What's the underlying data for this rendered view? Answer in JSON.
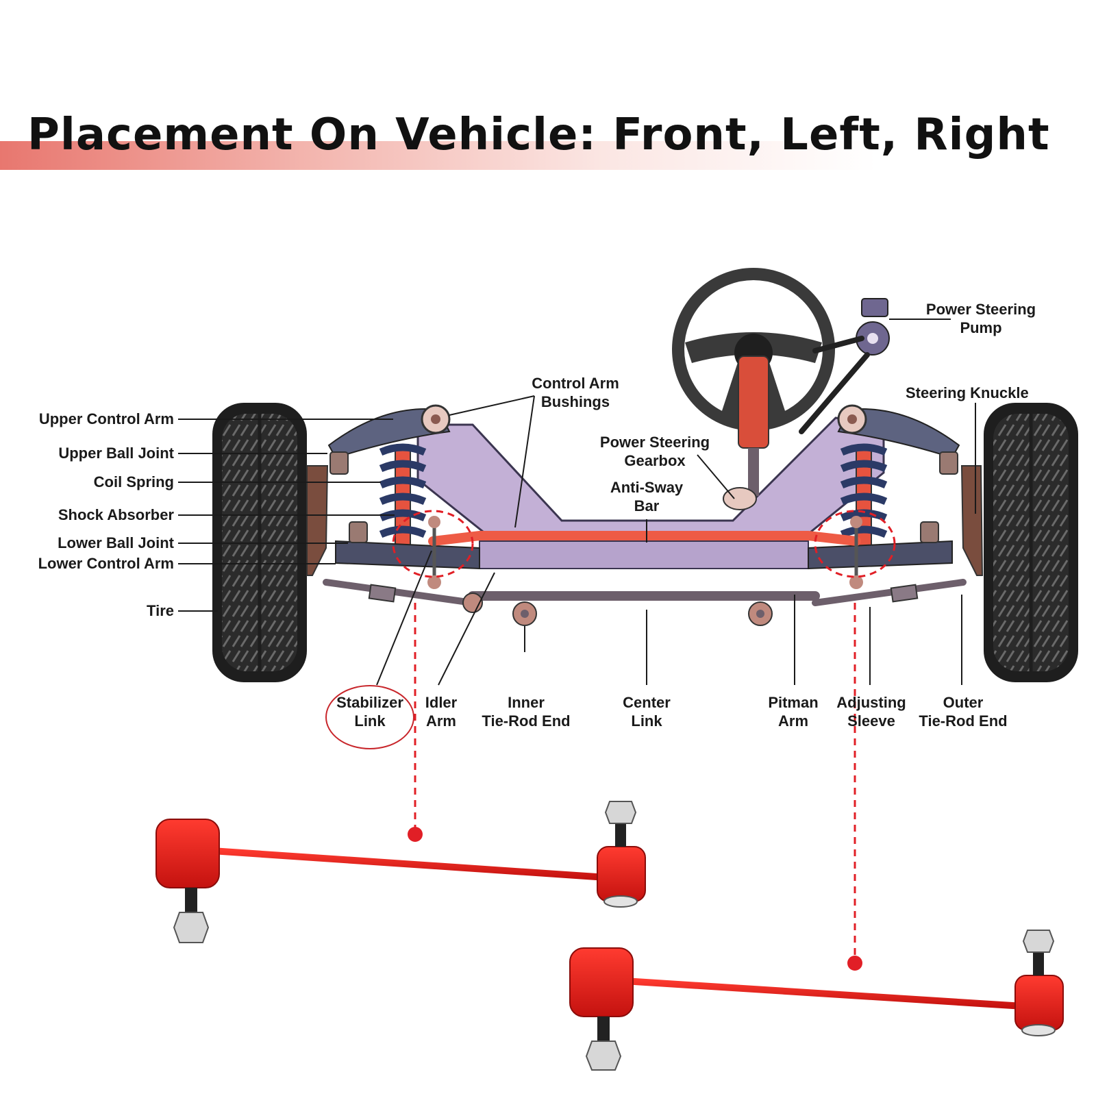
{
  "title": "Placement On Vehicle: Front, Left, Right",
  "colors": {
    "accent_red": "#e11f26",
    "frame": "#c3b0d6",
    "anti_sway": "#ee5b45",
    "spring": "#2b3a66"
  },
  "labels": {
    "upper_control_arm": "Upper Control Arm",
    "upper_ball_joint": "Upper Ball Joint",
    "coil_spring": "Coil Spring",
    "shock_absorber": "Shock Absorber",
    "lower_ball_joint": "Lower Ball Joint",
    "lower_control_arm": "Lower Control Arm",
    "tire": "Tire",
    "control_arm_bushings": [
      "Control Arm",
      "Bushings"
    ],
    "power_steering_gearbox": [
      "Power Steering",
      "Gearbox"
    ],
    "anti_sway_bar": [
      "Anti-Sway",
      "Bar"
    ],
    "power_steering_pump": [
      "Power Steering",
      "Pump"
    ],
    "steering_knuckle": "Steering Knuckle",
    "stabilizer_link": [
      "Stabilizer",
      "Link"
    ],
    "idler_arm": [
      "Idler",
      "Arm"
    ],
    "inner_tie_rod_end": [
      "Inner",
      "Tie-Rod End"
    ],
    "center_link": [
      "Center",
      "Link"
    ],
    "pitman_arm": [
      "Pitman",
      "Arm"
    ],
    "adjusting_sleeve": [
      "Adjusting",
      "Sleeve"
    ],
    "outer_tie_rod_end": [
      "Outer",
      "Tie-Rod End"
    ]
  }
}
